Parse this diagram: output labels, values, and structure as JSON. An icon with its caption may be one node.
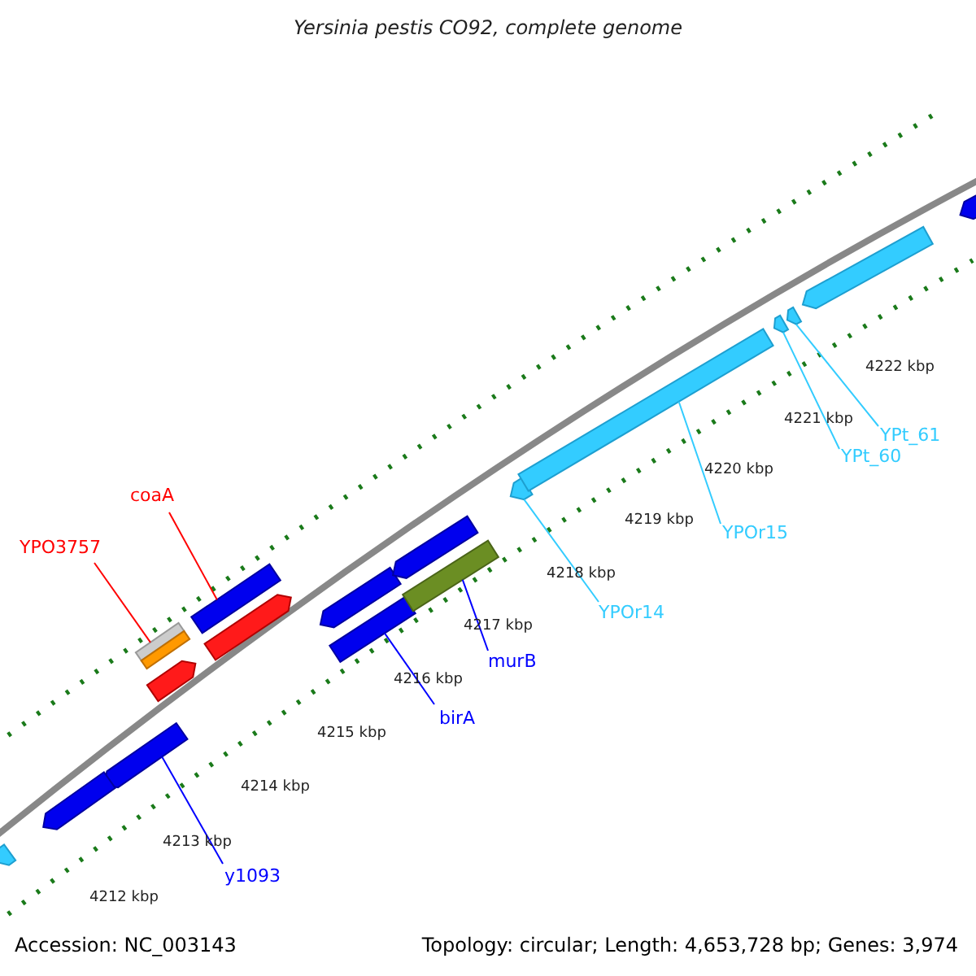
{
  "diagram": {
    "title": "Yersinia pestis CO92, complete genome",
    "nodes": [
      {
        "text": [
          "coaA"
        ]
      },
      {
        "text": [
          "YPO3757"
        ]
      },
      {
        "text": [
          "y1093"
        ]
      },
      {
        "text": [
          "birA"
        ]
      },
      {
        "text": [
          "murB"
        ]
      },
      {
        "text": [
          "YPOr14"
        ]
      },
      {
        "text": [
          "YPOr15"
        ]
      },
      {
        "text": [
          "YPt_60"
        ]
      },
      {
        "text": [
          "YPt_61"
        ]
      },
      {
        "text": [],
        "shape": "box"
      },
      {
        "text": [],
        "shape": "box"
      },
      {
        "text": [],
        "shape": "arrow"
      },
      {
        "text": [],
        "shape": "box"
      },
      {
        "text": [],
        "shape": "box"
      },
      {
        "text": [],
        "shape": "arrow"
      },
      {
        "text": [],
        "shape": "box"
      },
      {
        "text": [],
        "shape": "arrow"
      },
      {
        "text": [],
        "shape": "arrow"
      },
      {
        "text": [],
        "shape": "arrow"
      },
      {
        "text": [],
        "shape": "arrow"
      },
      {
        "text": [],
        "shape": "arrow"
      },
      {
        "text": [],
        "shape": "arrow"
      },
      {
        "text": [],
        "shape": "arrow"
      },
      {
        "text": [],
        "shape": "arrow"
      },
      {
        "text": [],
        "shape": "arrow"
      },
      {
        "text": [],
        "shape": "arrow"
      }
    ],
    "edges": [
      {
        "from": 0,
        "to": 9,
        "arrow": "none",
        "color": "#ff0000"
      },
      {
        "from": 1,
        "to": 10,
        "arrow": "none",
        "color": "#ff0000"
      },
      {
        "from": 2,
        "to": 11,
        "arrow": "none",
        "color": "#0000ff"
      },
      {
        "from": 3,
        "to": 12,
        "arrow": "none",
        "color": "#0000ff"
      },
      {
        "from": 4,
        "to": 13,
        "arrow": "none",
        "color": "#0000ff"
      },
      {
        "from": 5,
        "to": 14,
        "arrow": "none"
      },
      {
        "from": 6,
        "to": 15,
        "arrow": "none"
      },
      {
        "from": 7,
        "to": 16,
        "arrow": "none"
      },
      {
        "from": 8,
        "to": 17,
        "arrow": "none"
      }
    ],
    "labels": [
      "4222 kbp",
      "4221 kbp",
      "4220 kbp",
      "4219 kbp",
      "4218 kbp",
      "4217 kbp",
      "4216 kbp",
      "4215 kbp",
      "4214 kbp",
      "4213 kbp",
      "4212 kbp",
      "Accession: NC_003143",
      "Topology: circular; Length: 4,653,728 bp; Genes: 3,974"
    ]
  }
}
